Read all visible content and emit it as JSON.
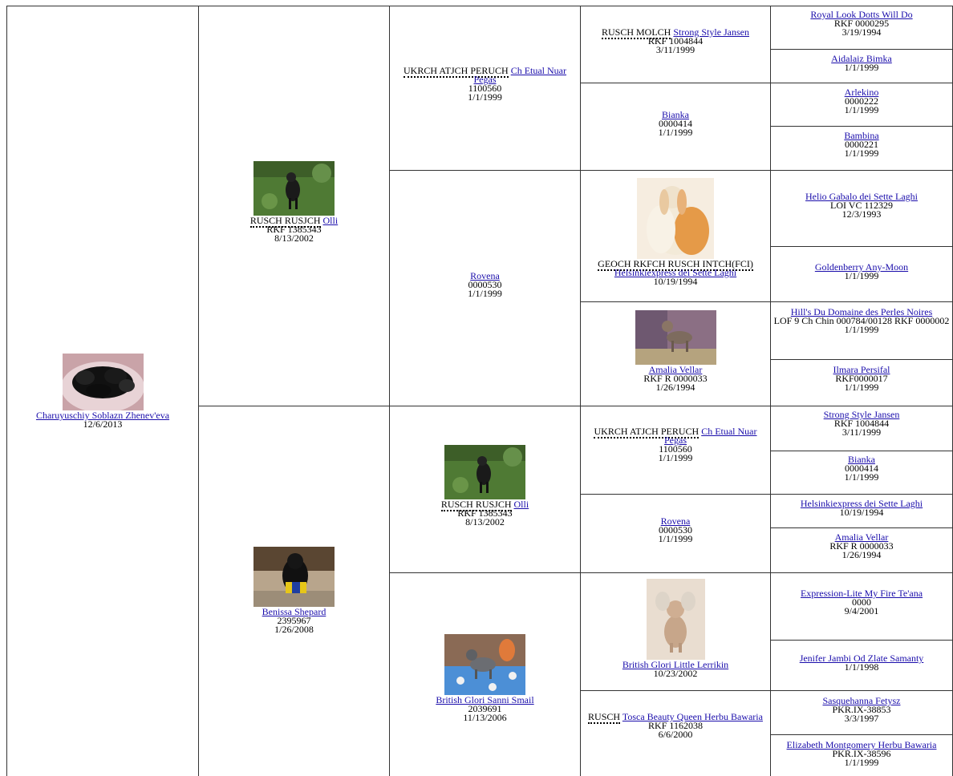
{
  "subject": {
    "name": "Charuyuschiy Soblazn Zhenev'eva",
    "date": "12/6/2013",
    "photo": "puppies-litter-photo"
  },
  "sire": {
    "titles": "RUSCH RUSJCH",
    "name": "Olli",
    "reg": "RKF 1385343",
    "date": "8/13/2002",
    "photo": "crested-dog-on-grass-photo"
  },
  "dam": {
    "name": "Benissa Shepard",
    "reg": "2395967",
    "date": "1/26/2008",
    "photo": "black-dog-yellow-coat-photo"
  },
  "gen3": [
    {
      "titles": "UKRCH ATJCH PERUCH",
      "name": "Ch Etual Nuar Pegas",
      "reg": "1100560",
      "date": "1/1/1999"
    },
    {
      "name": "Rovena",
      "reg": "0000530",
      "date": "1/1/1999"
    },
    {
      "titles": "RUSCH RUSJCH",
      "name": "Olli",
      "reg": "RKF 1385343",
      "date": "8/13/2002",
      "photo": "crested-dog-on-grass-photo"
    },
    {
      "name": "British Glori Sanni Smail",
      "reg": "2039691",
      "date": "11/13/2006",
      "photo": "hairless-dog-on-blanket-photo"
    }
  ],
  "gen4": [
    {
      "titles": "RUSCH MOLCH",
      "name": "Strong Style Jansen",
      "reg": "RKF 1004844",
      "date": "3/11/1999"
    },
    {
      "name": "Bianka",
      "reg": "0000414",
      "date": "1/1/1999"
    },
    {
      "titles": "GEOCH RKFCH RUSCH INTCH(FCI)",
      "name": "Helsinkiexpress dei Sette Laghi",
      "date": "10/19/1994",
      "photo": "powderpuff-show-dog-photo"
    },
    {
      "name": "Amalia Vellar",
      "reg": "RKF R 0000033",
      "date": "1/26/1994",
      "photo": "hairless-dog-indoor-photo"
    },
    {
      "titles": "UKRCH ATJCH PERUCH",
      "name": "Ch Etual Nuar Pegas",
      "reg": "1100560",
      "date": "1/1/1999"
    },
    {
      "name": "Rovena",
      "reg": "0000530",
      "date": "1/1/1999"
    },
    {
      "name": "British Glori Little Lerrikin",
      "date": "10/23/2002",
      "photo": "crested-dog-sitting-photo"
    },
    {
      "titles": "RUSCH",
      "name": "Tosca Beauty Queen Herbu Bawaria",
      "reg": "RKF 1162038",
      "date": "6/6/2000"
    }
  ],
  "gen5": [
    {
      "name": "Royal Look Dotts Will Do",
      "reg": "RKF 0000295",
      "date": "3/19/1994"
    },
    {
      "name": "Aidalaiz Bimka",
      "date": "1/1/1999"
    },
    {
      "name": "Arlekino",
      "reg": "0000222",
      "date": "1/1/1999"
    },
    {
      "name": "Bambina",
      "reg": "0000221",
      "date": "1/1/1999"
    },
    {
      "name": "Helio Gabalo dei Sette Laghi",
      "reg": "LOI VC 112329",
      "date": "12/3/1993"
    },
    {
      "name": "Goldenberry Any-Moon",
      "date": "1/1/1999"
    },
    {
      "name": "Hill's Du Domaine des Perles Noires",
      "reg": "LOF 9 Ch Chin 000784/00128 RKF 0000002",
      "date": "1/1/1999"
    },
    {
      "name": "Ilmara Persifal",
      "reg": "RKF0000017",
      "date": "1/1/1999"
    },
    {
      "name": "Strong Style Jansen",
      "reg": "RKF 1004844",
      "date": "3/11/1999"
    },
    {
      "name": "Bianka",
      "reg": "0000414",
      "date": "1/1/1999"
    },
    {
      "name": "Helsinkiexpress dei Sette Laghi",
      "date": "10/19/1994"
    },
    {
      "name": "Amalia Vellar",
      "reg": "RKF R 0000033",
      "date": "1/26/1994"
    },
    {
      "name": "Expression-Lite My Fire Te'ana",
      "reg": "0000",
      "date": "9/4/2001"
    },
    {
      "name": "Jenifer Jambi Od Zlate Samanty",
      "date": "1/1/1998"
    },
    {
      "name": "Sasquehanna Fetysz",
      "reg": "PKR.IX-38853",
      "date": "3/3/1997"
    },
    {
      "name": "Elizabeth Montgomery Herbu Bawaria",
      "reg": "PKR.IX-38596",
      "date": "1/1/1999"
    }
  ]
}
